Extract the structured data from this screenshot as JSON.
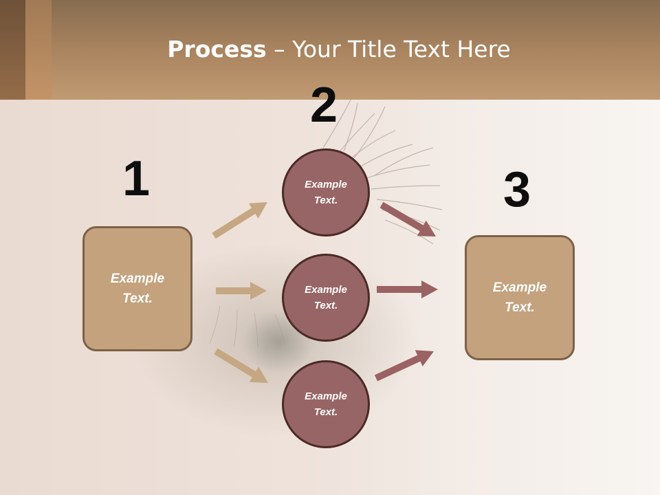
{
  "slide": {
    "title_bold": "Process",
    "title_rest": " – Your Title Text Here"
  },
  "steps": [
    {
      "number": "1",
      "label": "Example\nText."
    },
    {
      "number": "2",
      "label": ""
    },
    {
      "number": "3",
      "label": "Example\nText."
    }
  ],
  "circles": [
    {
      "label": "Example\nText."
    },
    {
      "label": "Example\nText."
    },
    {
      "label": "Example\nText."
    }
  ],
  "colors": {
    "header": "#a9845f",
    "box_fill": "#c4a27e",
    "circle_fill": "#986566",
    "arrow_left": "#c6a783",
    "arrow_right": "#9a6262"
  }
}
